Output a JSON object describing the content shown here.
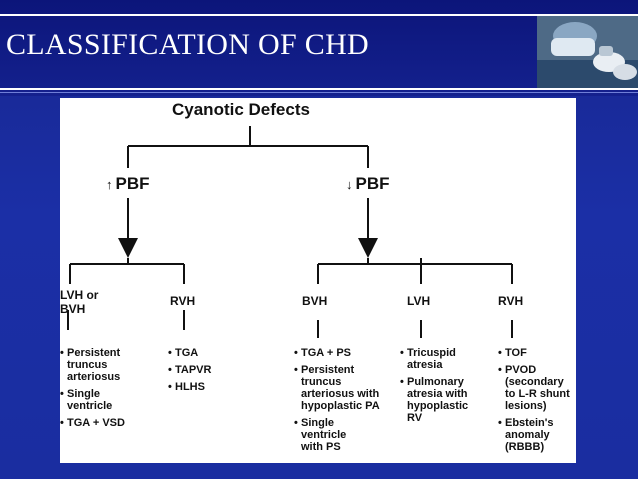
{
  "slide": {
    "title": "CLASSIFICATION OF CHD"
  },
  "diagram": {
    "root": "Cyanotic Defects",
    "branches": [
      {
        "label": "PBF",
        "arrow": "↑",
        "groups": [
          {
            "header": "LVH or\nBVH",
            "items": [
              "Persistent\ntruncus\narteriosus",
              "Single\nventricle",
              "TGA + VSD"
            ]
          },
          {
            "header": "RVH",
            "items": [
              "TGA",
              "TAPVR",
              "HLHS"
            ]
          }
        ]
      },
      {
        "label": "PBF",
        "arrow": "↓",
        "groups": [
          {
            "header": "BVH",
            "items": [
              "TGA + PS",
              "Persistent\ntruncus\narteriosus with\nhypoplastic PA",
              "Single\nventricle\nwith PS"
            ]
          },
          {
            "header": "LVH",
            "items": [
              "Tricuspid\natresia",
              "Pulmonary\natresia with\nhypoplastic\nRV"
            ]
          },
          {
            "header": "RVH",
            "items": [
              "TOF",
              "PVOD\n(secondary\nto L-R shunt\nlesions)",
              "Ebstein's\nanomaly\n(RBBB)"
            ]
          }
        ]
      }
    ]
  }
}
